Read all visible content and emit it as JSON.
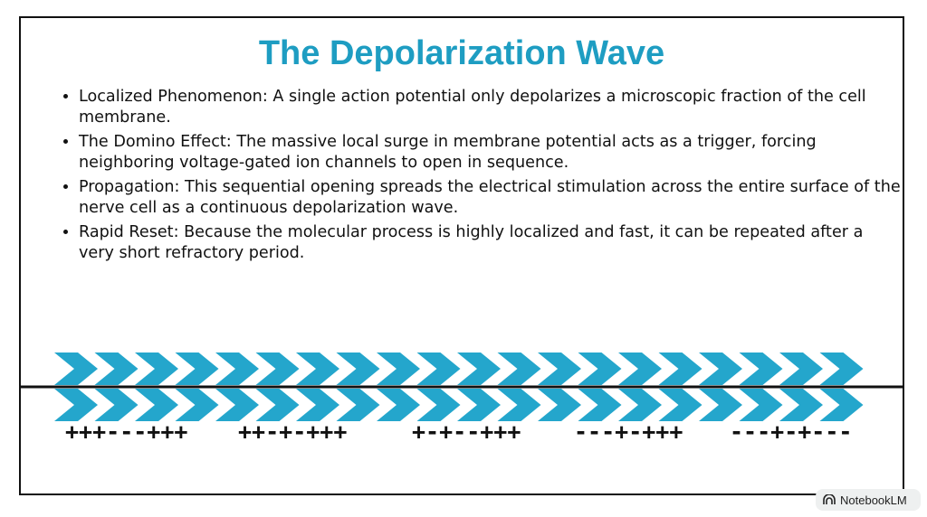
{
  "slide": {
    "title": "The Depolarization Wave",
    "bullets": [
      "Localized Phenomenon: A single action potential only depolarizes a microscopic fraction of the cell membrane.",
      "The Domino Effect: The massive local surge in membrane potential acts as a trigger, forcing neighboring voltage-gated ion channels to open in sequence.",
      "Propagation: This sequential opening spreads the electrical stimulation across the entire surface of the nerve cell as a continuous depolarization wave.",
      "Rapid Reset: Because the molecular process is highly localized and fast, it can be repeated after a very short refractory period."
    ]
  },
  "diagram": {
    "chevron_rows": 2,
    "chevrons_per_row": 20,
    "colors": {
      "chevron": "#24a6cc",
      "membrane_line": "#111111",
      "title": "#1e9dc2"
    },
    "charge_groups": [
      "+++---+++",
      "++-+-+++",
      "+-+--+++",
      "---+-+++",
      "---+-+---"
    ]
  },
  "badge": {
    "label": "NotebookLM",
    "icon": "notebooklm-logo-icon"
  }
}
